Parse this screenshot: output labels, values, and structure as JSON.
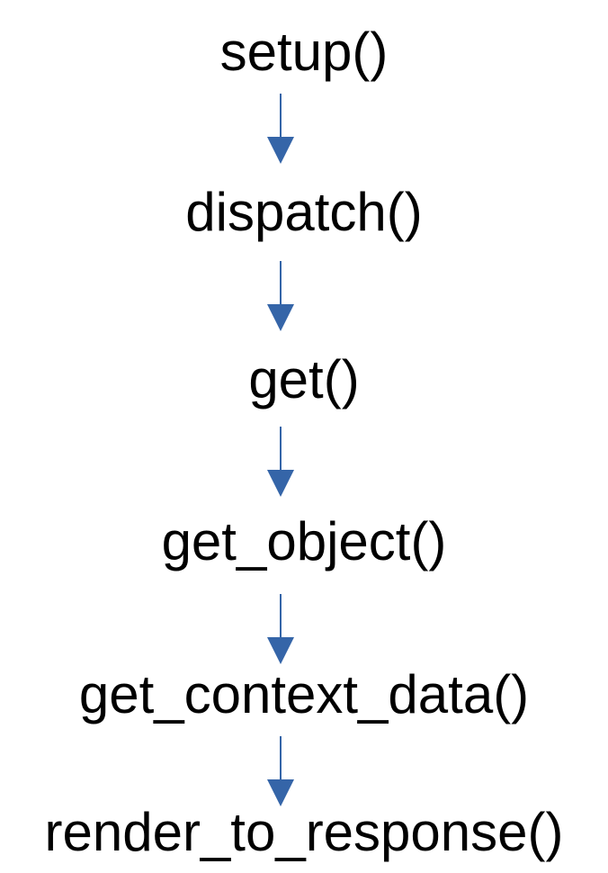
{
  "flow": {
    "steps": [
      "setup()",
      "dispatch()",
      "get()",
      "get_object()",
      "get_context_data()",
      "render_to_response()"
    ]
  },
  "colors": {
    "arrow": "#3565A8",
    "text": "#000000",
    "background": "#FFFFFF"
  }
}
